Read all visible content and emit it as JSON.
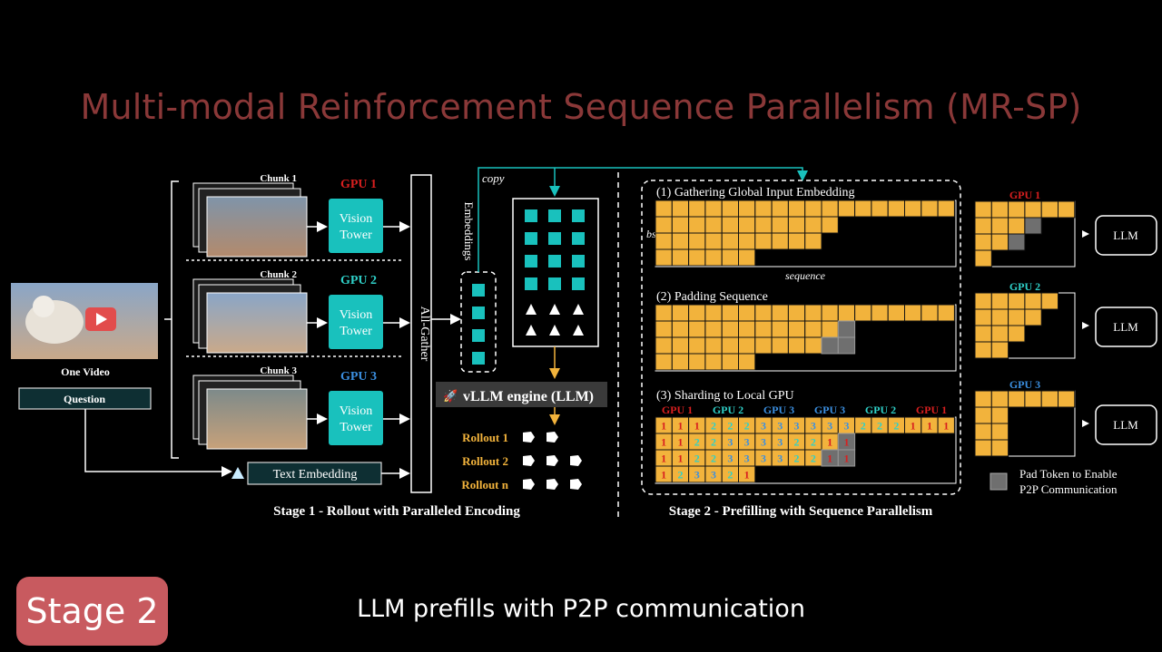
{
  "title": "Multi-modal Reinforcement Sequence Parallelism (MR-SP)",
  "video": {
    "label": "One Video",
    "question_label": "Question"
  },
  "stage1": {
    "chunks": [
      {
        "label": "Chunk 1",
        "gpu": "GPU 1",
        "gpu_color": "#d81f1f",
        "tower": "Vision\nTower"
      },
      {
        "label": "Chunk 2",
        "gpu": "GPU 2",
        "gpu_color": "#2fd0c8",
        "tower": "Vision\nTower"
      },
      {
        "label": "Chunk 3",
        "gpu": "GPU 3",
        "gpu_color": "#3b8fe0",
        "tower": "Vision\nTower"
      }
    ],
    "all_gather": "All-Gather",
    "embeddings_label": "Embeddings",
    "copy_label": "copy",
    "text_embedding": "Text Embedding",
    "engine_label": "vLLM engine (LLM)",
    "rollouts": [
      "Rollout 1",
      "Rollout 2",
      "Rollout n"
    ],
    "caption": "Stage 1 - Rollout with Paralleled Encoding"
  },
  "stage2": {
    "step1": "(1) Gathering Global Input Embedding",
    "bs_label": "bs",
    "sequence_label": "sequence",
    "step2": "(2) Padding Sequence",
    "step3": "(3) Sharding to Local GPU",
    "shard_gpus": [
      {
        "name": "GPU 1",
        "color": "#d81f1f"
      },
      {
        "name": "GPU 2",
        "color": "#2fd0c8"
      },
      {
        "name": "GPU 3",
        "color": "#3b8fe0"
      },
      {
        "name": "GPU 3",
        "color": "#3b8fe0"
      },
      {
        "name": "GPU 2",
        "color": "#2fd0c8"
      },
      {
        "name": "GPU 1",
        "color": "#d81f1f"
      }
    ],
    "shard_rows": [
      [
        "1",
        "1",
        "1",
        "2",
        "2",
        "2",
        "3",
        "3",
        "3",
        "3",
        "3",
        "3",
        "2",
        "2",
        "2",
        "1",
        "1",
        "1"
      ],
      [
        "1",
        "1",
        "2",
        "2",
        "3",
        "3",
        "3",
        "3",
        "2",
        "2",
        "1",
        "1"
      ],
      [
        "1",
        "1",
        "2",
        "2",
        "3",
        "3",
        "3",
        "3",
        "2",
        "2",
        "1",
        "1"
      ],
      [
        "1",
        "2",
        "3",
        "3",
        "2",
        "1"
      ]
    ],
    "local_gpus": [
      {
        "name": "GPU 1",
        "color": "#d81f1f",
        "llm": "LLM"
      },
      {
        "name": "GPU 2",
        "color": "#2fd0c8",
        "llm": "LLM"
      },
      {
        "name": "GPU 3",
        "color": "#3b8fe0",
        "llm": "LLM"
      }
    ],
    "legend": "Pad Token to Enable\nP2P Communication",
    "caption": "Stage 2 - Prefilling with Sequence Parallelism"
  },
  "badge": "Stage 2",
  "subtitle": "LLM prefills with P2P communication",
  "colors": {
    "teal": "#19c1bd",
    "token": "#f2b33c",
    "pad": "#6f6f6f",
    "title": "#8a3838",
    "badge": "#c85a5f"
  }
}
